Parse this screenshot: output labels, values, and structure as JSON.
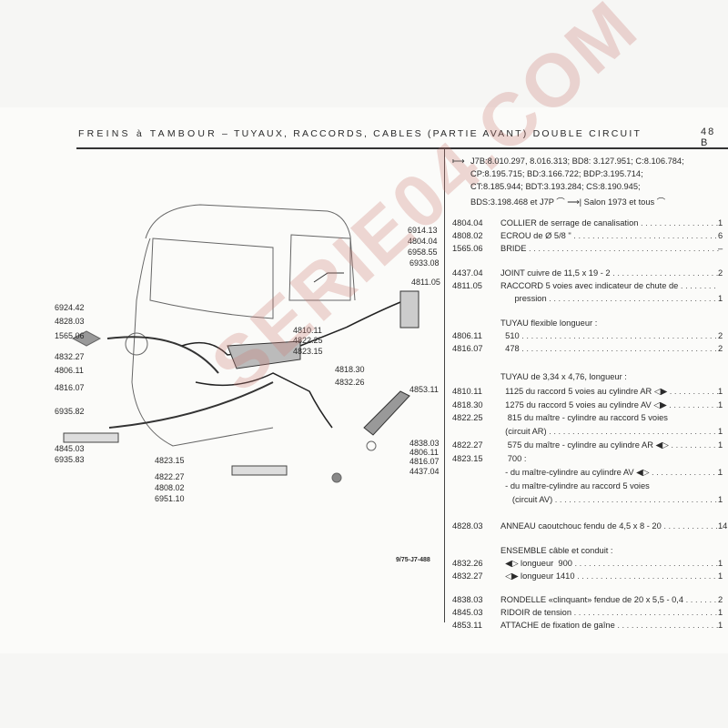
{
  "header": {
    "title": "FREINS à TAMBOUR",
    "subtitle": "– TUYAUX, RACCORDS, CABLES (PARTIE AVANT) DOUBLE CIRCUIT",
    "page": "48 B"
  },
  "intro": [
    "J7B:8.010.297, 8.016.313; BD8: 3.127.951; C:8.106.784;",
    "CP:8.195.715; BD:3.166.722; BDP:3.195.714;",
    "CT:8.185.944; BDT:3.193.284; CS:8.190.945;",
    "BDS:3.198.468 et J7P ⌒ ⟶| Salon 1973 et tous ⌒"
  ],
  "parts": [
    {
      "ref": "4804.04",
      "desc": "COLLIER de serrage de canalisation",
      "qty": "1"
    },
    {
      "ref": "4808.02",
      "desc": "ECROU de Ø 5/8 \"",
      "qty": "6"
    },
    {
      "ref": "1565.06",
      "desc": "BRIDE",
      "qty": "–"
    },
    {
      "ref": "4437.04",
      "desc": "JOINT cuivre de 11,5 x 19 - 2",
      "qty": "2"
    },
    {
      "ref": "4811.05",
      "desc": "RACCORD 5 voies avec indicateur de chute de",
      "qty": ""
    },
    {
      "ref": "",
      "desc": "      pression",
      "qty": "1"
    },
    {
      "ref": "",
      "desc": "TUYAU flexible longueur :",
      "qty": "",
      "nodots": true
    },
    {
      "ref": "4806.11",
      "desc": "  510",
      "qty": "2"
    },
    {
      "ref": "4816.07",
      "desc": "  478",
      "qty": "2"
    },
    {
      "ref": "",
      "desc": "TUYAU de 3,34 x 4,76, longueur :",
      "qty": "",
      "nodots": true
    },
    {
      "ref": "4810.11",
      "desc": "  1125 du raccord 5 voies au cylindre AR ◁▶",
      "qty": "1"
    },
    {
      "ref": "4818.30",
      "desc": "  1275 du raccord 5 voies au cylindre AV ◁▶",
      "qty": "1"
    },
    {
      "ref": "4822.25",
      "desc": "   815 du maître - cylindre au raccord 5 voies",
      "qty": "",
      "nodots": true
    },
    {
      "ref": "",
      "desc": "  (circuit AR)",
      "qty": "1"
    },
    {
      "ref": "4822.27",
      "desc": "   575 du maître - cylindre au cylindre AR ◀▷",
      "qty": "1"
    },
    {
      "ref": "4823.15",
      "desc": "   700 :",
      "qty": "",
      "nodots": true
    },
    {
      "ref": "",
      "desc": "  - du maître-cylindre au cylindre AV ◀▷",
      "qty": "1"
    },
    {
      "ref": "",
      "desc": "  - du maître-cylindre au raccord 5 voies",
      "qty": "",
      "nodots": true
    },
    {
      "ref": "",
      "desc": "     (circuit AV)",
      "qty": "1"
    },
    {
      "ref": "4828.03",
      "desc": "ANNEAU caoutchouc fendu de 4,5 x 8 - 20",
      "qty": "14"
    },
    {
      "ref": "",
      "desc": "ENSEMBLE câble et conduit :",
      "qty": "",
      "nodots": true
    },
    {
      "ref": "4832.26",
      "desc": "  ◀▷ longueur  900",
      "qty": "1"
    },
    {
      "ref": "4832.27",
      "desc": "  ◁▶ longueur 1410",
      "qty": "1"
    },
    {
      "ref": "4838.03",
      "desc": "RONDELLE «clinquant» fendue de 20 x 5,5 - 0,4",
      "qty": "2"
    },
    {
      "ref": "4845.03",
      "desc": "RIDOIR de tension",
      "qty": "1"
    },
    {
      "ref": "4853.11",
      "desc": "ATTACHE de fixation de gaîne",
      "qty": "1"
    }
  ],
  "diagram_labels": [
    "6914.13",
    "4804.04",
    "6958.55",
    "6933.08",
    "4811.05",
    "6924.42",
    "4828.03",
    "1565.06",
    "4832.27",
    "4806.11",
    "4816.07",
    "4810.11",
    "4822.25",
    "4823.15",
    "4818.30",
    "4832.26",
    "4853.11",
    "6935.82",
    "4845.03",
    "6935.83",
    "4823.15",
    "4838.03",
    "4806.11",
    "4816.07",
    "4437.04",
    "4822.27",
    "4808.02",
    "6951.10"
  ],
  "caption": "9/75-J7-488",
  "watermark": "SERIE04.COM"
}
